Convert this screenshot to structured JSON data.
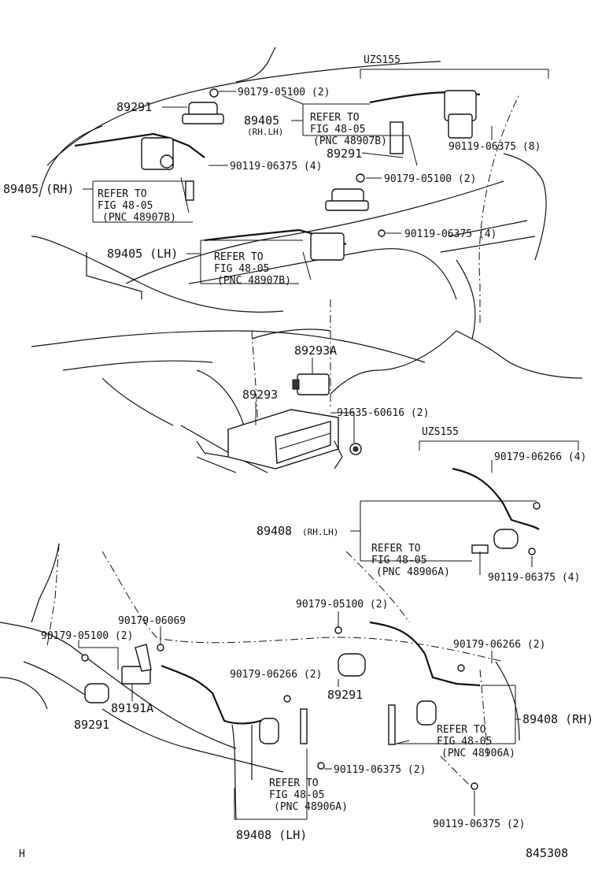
{
  "labels": {
    "uzs155_top": "UZS155",
    "p90179_05100_top": "90179-05100 (2)",
    "p89291_top": "89291",
    "p89405": "89405",
    "rh_lh_top": "(RH.LH)",
    "refer_to": "REFER TO",
    "fig_48_05": "FIG 48-05",
    "pnc_48907b": "(PNC 48907B)",
    "p90119_06375_8": "90119-06375 (8)",
    "p89291_mid": "89291",
    "p90119_06375_4_a": "90119-06375 (4)",
    "p90179_05100_mid": "90179-05100 (2)",
    "p89405_rh": "89405 (RH)",
    "p90119_06375_4_b": "90119-06375 (4)",
    "p89405_lh": "89405 (LH)",
    "p89293a": "89293A",
    "p89293": "89293",
    "p91635_60616": "91635-60616 (2)",
    "uzs155_mid": "UZS155",
    "p90179_06266_4": "90179-06266 (4)",
    "p89408": "89408",
    "rh_lh_mid": "(RH.LH)",
    "pnc_48906a": "(PNC 48906A)",
    "p90119_06375_4_c": "90119-06375 (4)",
    "p90179_06069": "90179-06069",
    "p90179_05100_bl": "90179-05100 (2)",
    "p90179_05100_bc": "90179-05100 (2)",
    "p90179_06266_2_r": "90179-06266 (2)",
    "p90179_06266_2_c": "90179-06266 (2)",
    "p89291_bc": "89291",
    "p89191a": "89191A",
    "p89291_bl": "89291",
    "p89408_rh": "89408 (RH)",
    "p90119_06375_2_c": "90119-06375 (2)",
    "p90119_06375_2_r": "90119-06375 (2)",
    "p89408_lh": "89408 (LH)",
    "corner_h": "H",
    "figure_no": "845308"
  }
}
